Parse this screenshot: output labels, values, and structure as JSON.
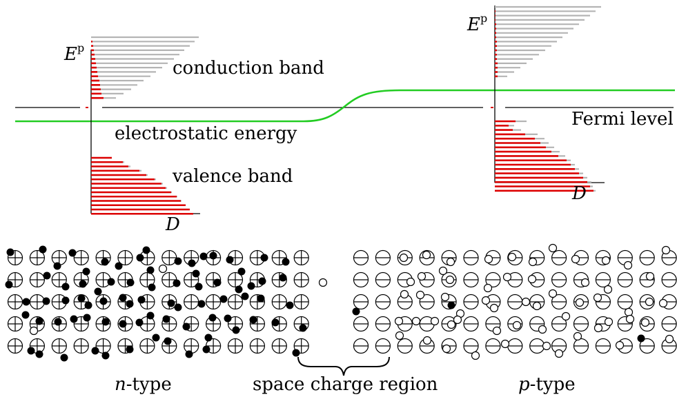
{
  "labels": {
    "energy_axis_left": "E",
    "energy_axis_right": "E",
    "energy_superscript": "p",
    "conduction_band": "conduction band",
    "valence_band": "valence band",
    "electrostatic_energy": "electrostatic energy",
    "fermi_level": "Fermi level",
    "density_axis_left": "D",
    "density_axis_right": "D",
    "n_type_prefix": "n",
    "n_type_suffix": "-type",
    "space_charge_region": "space charge region",
    "p_type_prefix": "p",
    "p_type_suffix": "-type"
  },
  "colors": {
    "fermi_line": "#000000",
    "electrostatic_curve": "#22cc22",
    "occupied_states": "#dd0000",
    "unoccupied_states": "#b4b4b4",
    "ion_outline": "#000000",
    "electron": "#000000"
  },
  "legend_meaning": {
    "donor_ion": "circle with plus sign (n-type lattice)",
    "acceptor_ion": "circle with minus sign (p-type lattice)",
    "electron": "filled circle",
    "hole": "open circle"
  }
}
